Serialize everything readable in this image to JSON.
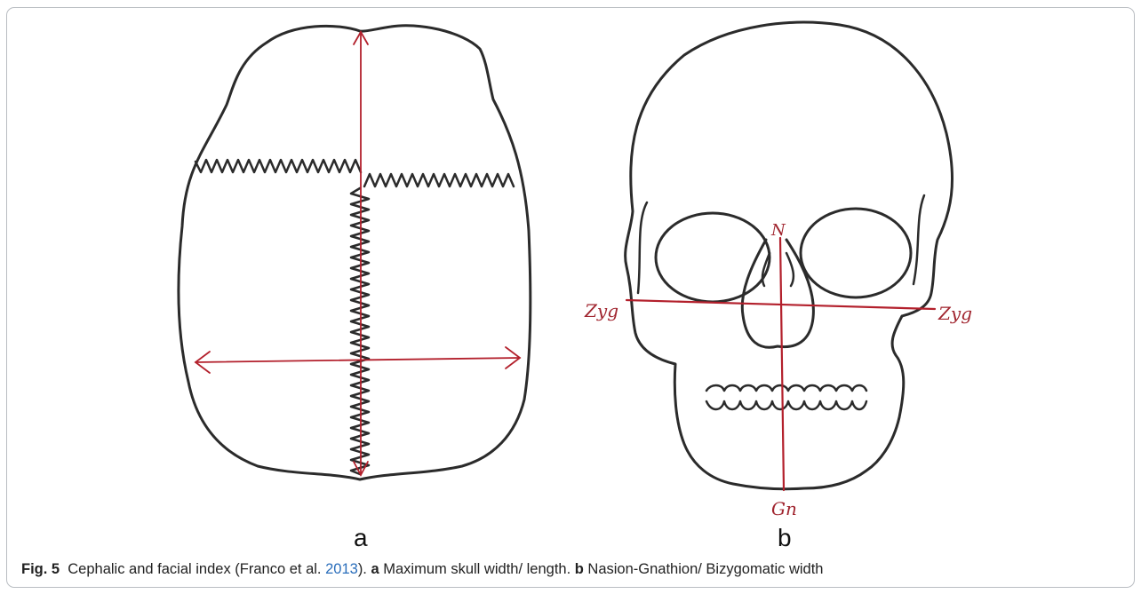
{
  "panels": {
    "a": {
      "label": "a"
    },
    "b": {
      "label": "b",
      "landmarks": {
        "nasion": "N",
        "zygion_left": "Zyg",
        "zygion_right": "Zyg",
        "gnathion": "Gn"
      }
    }
  },
  "caption": {
    "fig_label": "Fig. 5",
    "text_1": "Cephalic and facial index (Franco et al. ",
    "citation_year": "2013",
    "text_2": "). ",
    "a_label": "a",
    "a_text": " Maximum skull width/ length. ",
    "b_label": "b",
    "b_text": " Nasion-Gnathion/ Bizygomatic width"
  },
  "colors": {
    "drawing": "#2b2b2b",
    "measure_line": "#b3202c",
    "citation": "#2a6ebb",
    "border": "#b9bdc2"
  }
}
